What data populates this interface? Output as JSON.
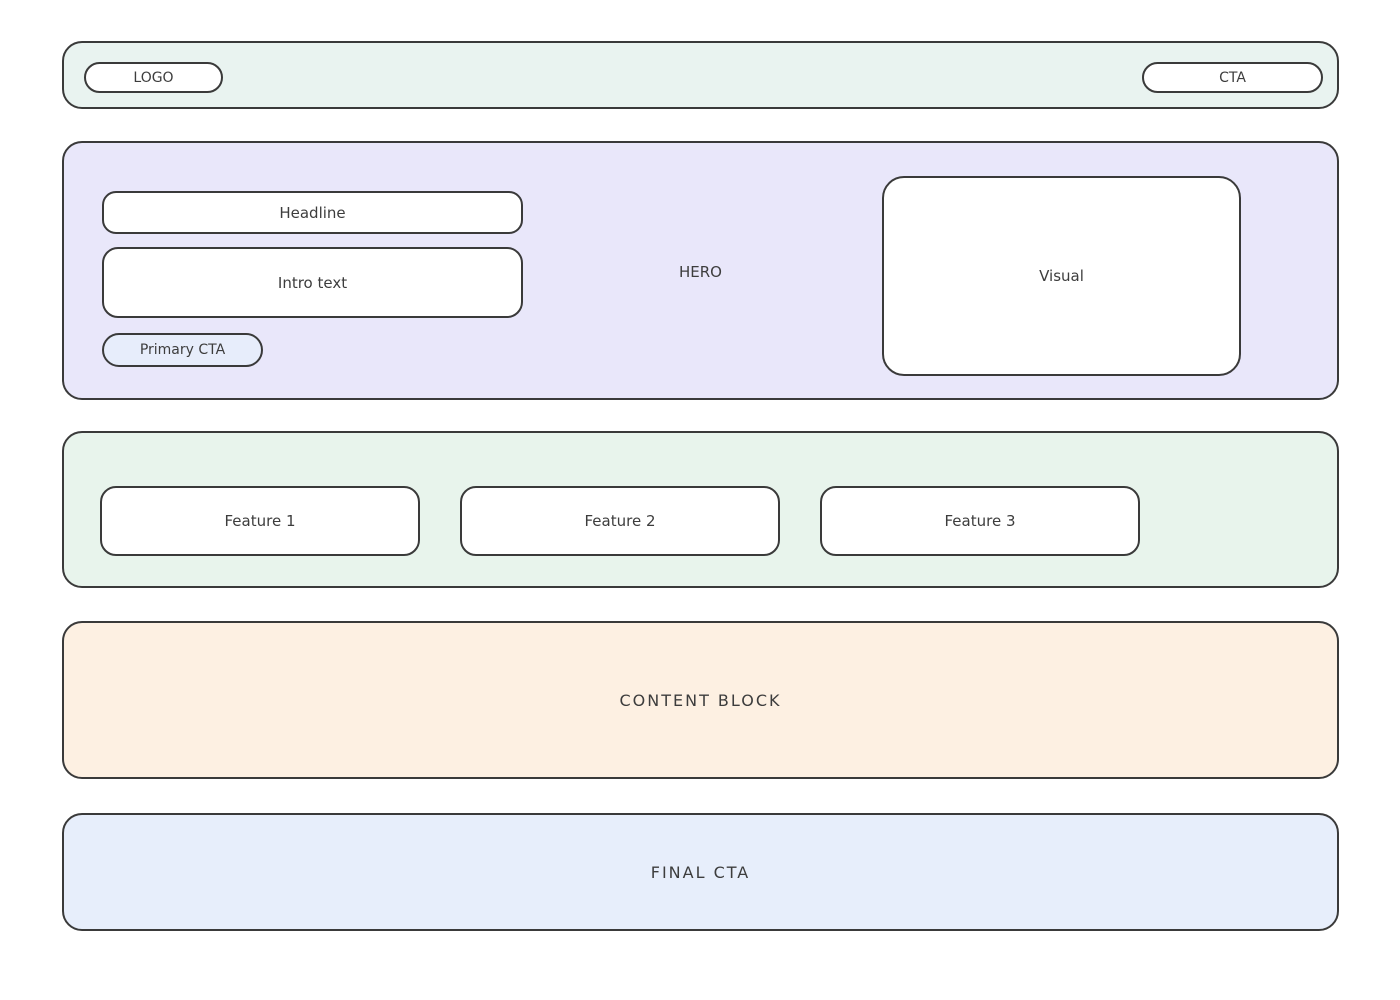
{
  "topbar": {
    "logo_label": "LOGO",
    "cta_label": "CTA"
  },
  "hero": {
    "label": "HERO",
    "headline_label": "Headline",
    "intro_label": "Intro text",
    "primary_cta_label": "Primary CTA",
    "visual_label": "Visual"
  },
  "features": {
    "items": [
      {
        "label": "Feature 1"
      },
      {
        "label": "Feature 2"
      },
      {
        "label": "Feature 3"
      }
    ]
  },
  "content_block": {
    "label": "CONTENT BLOCK"
  },
  "final_cta": {
    "label": "FINAL CTA"
  },
  "colors": {
    "page_bg": "#ffffff",
    "topbar_bg": "#e9f3f0",
    "hero_bg": "#e9e7fa",
    "features_bg": "#e8f4ec",
    "content_block_bg": "#fdf0e2",
    "final_cta_bg": "#e7eefb",
    "primary_cta_bg": "#e7edfb",
    "card_bg": "#ffffff",
    "border": "#3a3a3a",
    "text": "#3d3d3d"
  }
}
